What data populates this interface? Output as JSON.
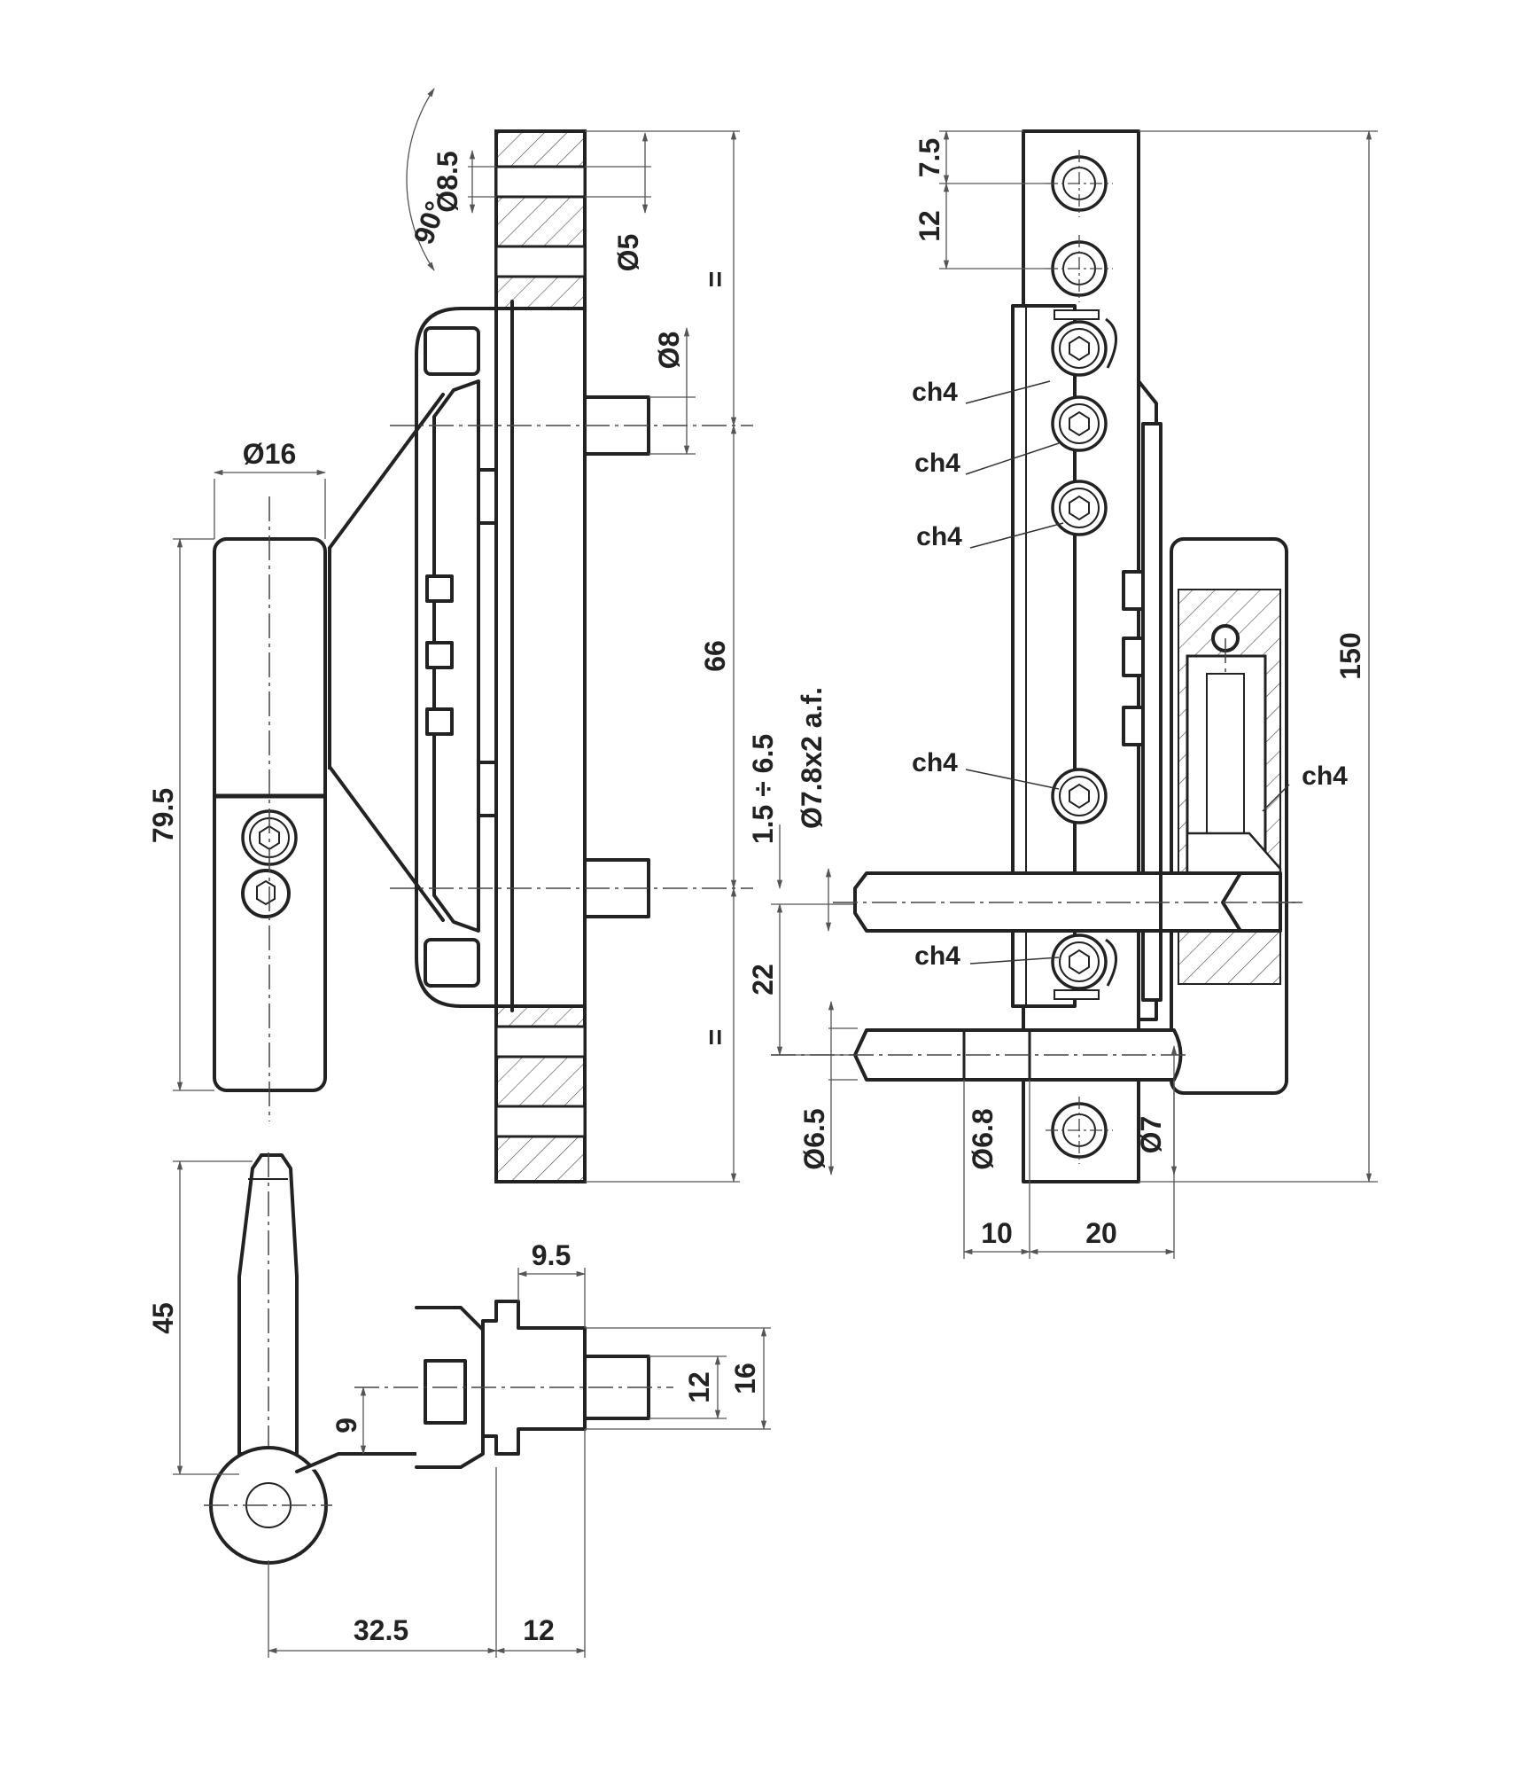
{
  "dimensions": {
    "dia_16": "Ø16",
    "len_79_5": "79.5",
    "dia_8_5": "Ø8.5",
    "angle_90": "90°",
    "dia_5": "Ø5",
    "dia_8": "Ø8",
    "equal_top": "=",
    "equal_bottom": "=",
    "len_66": "66",
    "range_1_5_6_5": "1.5 ÷ 6.5",
    "dia_7_8_af": "Ø7.8x2 a.f.",
    "len_22": "22",
    "dia_6_5": "Ø6.5",
    "dia_6_8": "Ø6.8",
    "dia_7": "Ø7",
    "len_10": "10",
    "len_20": "20",
    "len_7_5": "7.5",
    "len_12_side": "12",
    "len_150": "150",
    "len_45": "45",
    "len_9_5": "9.5",
    "len_9": "9",
    "len_12_pin": "12",
    "len_16": "16",
    "len_32_5": "32.5",
    "len_12_bottom": "12"
  },
  "callouts": {
    "ch4_1": "ch4",
    "ch4_2": "ch4",
    "ch4_3": "ch4",
    "ch4_4": "ch4",
    "ch4_5": "ch4",
    "ch4_right": "ch4"
  }
}
